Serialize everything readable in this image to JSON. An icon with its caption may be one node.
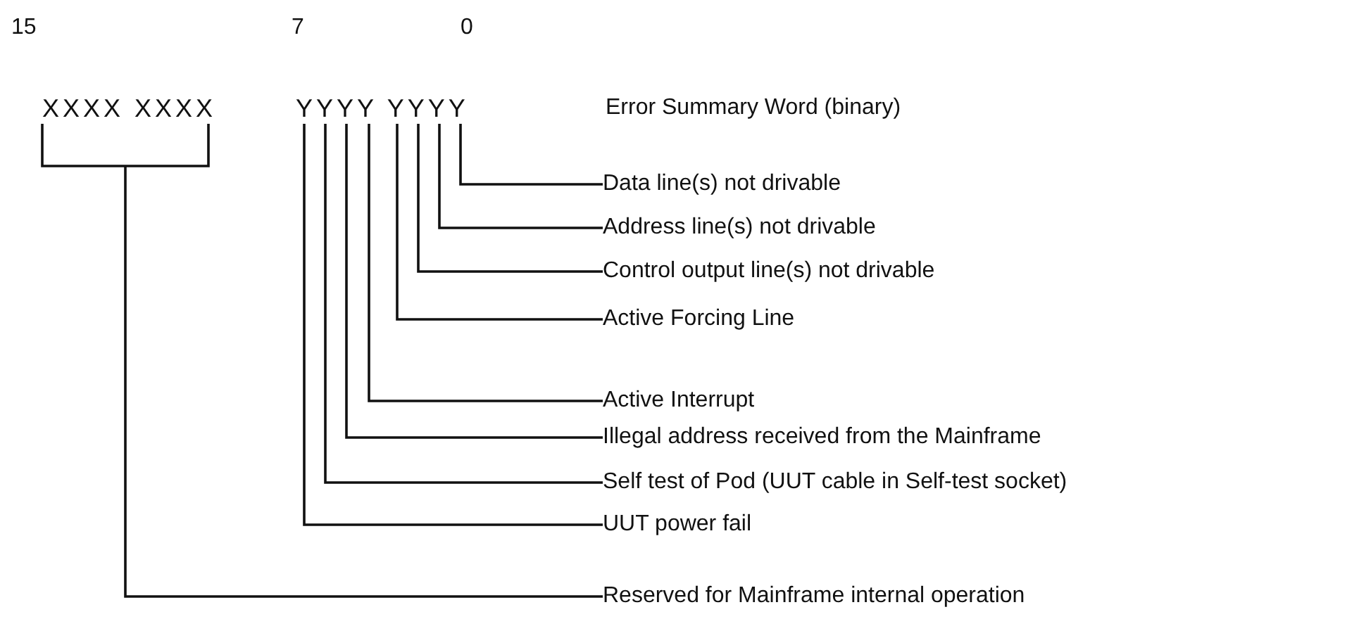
{
  "diagram": {
    "nodes": [
      {
        "text": [
          "XXXX XXXX"
        ]
      },
      {
        "text": [
          "YYYY YYYY"
        ]
      },
      {
        "text": [
          "Data line(s) not drivable"
        ]
      },
      {
        "text": [
          "Address line(s) not drivable"
        ]
      },
      {
        "text": [
          "Control output line(s) not drivable"
        ]
      },
      {
        "text": [
          "Active Forcing Line"
        ]
      },
      {
        "text": [
          "Active Interrupt"
        ]
      },
      {
        "text": [
          "Illegal address received from the Mainframe"
        ]
      },
      {
        "text": [
          "Self test of Pod (UUT cable in Self-test socket)"
        ]
      },
      {
        "text": [
          "UUT power fail"
        ]
      },
      {
        "text": [
          "Reserved for Mainframe internal operation"
        ]
      }
    ],
    "edges": [
      {
        "from": 1,
        "to": 2,
        "arrow": "none"
      },
      {
        "from": 1,
        "to": 3,
        "arrow": "none"
      },
      {
        "from": 1,
        "to": 4,
        "arrow": "none"
      },
      {
        "from": 1,
        "to": 5,
        "arrow": "none"
      },
      {
        "from": 1,
        "to": 6,
        "arrow": "none"
      },
      {
        "from": 1,
        "to": 7,
        "arrow": "none"
      },
      {
        "from": 1,
        "to": 8,
        "arrow": "none"
      },
      {
        "from": 1,
        "to": 9,
        "arrow": "none"
      },
      {
        "from": 0,
        "to": 10,
        "arrow": "none"
      }
    ],
    "labels": [
      "15",
      "7",
      "0",
      "Error Summary Word (binary)"
    ]
  }
}
